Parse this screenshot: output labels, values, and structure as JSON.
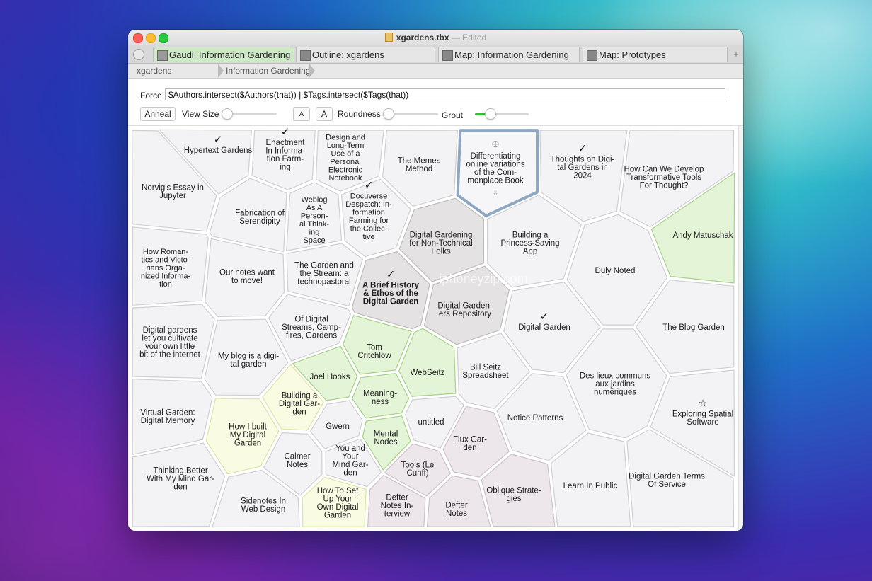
{
  "window": {
    "title": "xgardens.tbx",
    "title_status": "— Edited",
    "tabs": [
      {
        "label": "Gaudi: Information Gardening",
        "active": true
      },
      {
        "label": "Outline: xgardens",
        "active": false
      },
      {
        "label": "Map: Information Gardening",
        "active": false
      },
      {
        "label": "Map: Prototypes",
        "active": false
      }
    ],
    "tab_add": "+"
  },
  "breadcrumb": [
    "xgardens",
    "Information Gardening"
  ],
  "controls": {
    "force_label": "Force",
    "force_value": "$Authors.intersect($Authors(that)) | $Tags.intersect($Tags(that))",
    "anneal_label": "Anneal",
    "view_size_label": "View Size",
    "font_small": "A",
    "font_large": "A",
    "roundness_label": "Roundness",
    "grout_label": "Grout"
  },
  "watermark": "iphoneyzip.com",
  "colors": {
    "normal_fill": "#f3f3f5",
    "green_fill": "#e4f4d6",
    "green_stroke": "#a8d08a",
    "yellow_fill": "#fafbe3",
    "yellow_stroke": "#dfe4a6",
    "gray_fill": "#e4e2e2",
    "pink_fill": "#ede6ea",
    "selected_stroke": "#8ea7c2"
  },
  "cells": [
    {
      "id": "norvig",
      "lines": [
        "Norvig's Essay in",
        "Jupyter"
      ],
      "style": "normal"
    },
    {
      "id": "hypertext",
      "lines": [
        "Hypertext Gardens"
      ],
      "style": "normal",
      "mark": "check"
    },
    {
      "id": "enactment",
      "lines": [
        "Enactment",
        "In Informa-",
        "tion Farm-",
        "ing"
      ],
      "style": "normal",
      "mark": "check"
    },
    {
      "id": "design",
      "lines": [
        "Design and",
        "Long-Term",
        "Use of a",
        "Personal",
        "Electronic",
        "Notebook"
      ],
      "style": "normal"
    },
    {
      "id": "memes",
      "lines": [
        "The Memes",
        "Method"
      ],
      "style": "normal"
    },
    {
      "id": "differentiating",
      "lines": [
        "Differentiating",
        "online variations",
        "of the Com-",
        "monplace Book"
      ],
      "style": "selected"
    },
    {
      "id": "thoughts",
      "lines": [
        "Thoughts on Digi-",
        "tal Gardens in",
        "2024"
      ],
      "style": "normal",
      "mark": "check"
    },
    {
      "id": "howcan",
      "lines": [
        "How Can We Develop",
        "Transformative Tools",
        "For Thought?"
      ],
      "style": "normal"
    },
    {
      "id": "andy",
      "lines": [
        "Andy Matuschak"
      ],
      "style": "green"
    },
    {
      "id": "fabrication",
      "lines": [
        "Fabrication of",
        "Serendipity"
      ],
      "style": "normal"
    },
    {
      "id": "weblog",
      "lines": [
        "Weblog",
        "As A",
        "Person-",
        "al Think-",
        "ing",
        "Space"
      ],
      "style": "normal"
    },
    {
      "id": "docuverse",
      "lines": [
        "Docuverse",
        "Despatch: In-",
        "formation",
        "Farming for",
        "the Collec-",
        "tive"
      ],
      "style": "normal",
      "mark": "check"
    },
    {
      "id": "dg_nontech",
      "lines": [
        "Digital Gardening",
        "for Non-Technical",
        "Folks"
      ],
      "style": "gray"
    },
    {
      "id": "princess",
      "lines": [
        "Building a",
        "Princess-Saving",
        "App"
      ],
      "style": "normal"
    },
    {
      "id": "dulynoted",
      "lines": [
        "Duly Noted"
      ],
      "style": "normal"
    },
    {
      "id": "romantics",
      "lines": [
        "How Roman-",
        "tics and Victo-",
        "rians Orga-",
        "nized Informa-",
        "tion"
      ],
      "style": "normal"
    },
    {
      "id": "ournotes",
      "lines": [
        "Our notes want",
        "to move!"
      ],
      "style": "normal"
    },
    {
      "id": "gardenstream",
      "lines": [
        "The Garden and",
        "the Stream: a",
        "technopastoral"
      ],
      "style": "normal"
    },
    {
      "id": "briefhistory",
      "lines": [
        "A Brief History",
        "& Ethos of the",
        "Digital Garden"
      ],
      "style": "gray",
      "mark": "check",
      "bold": true
    },
    {
      "id": "dg_repo",
      "lines": [
        "Digital Garden-",
        "ers Repository"
      ],
      "style": "gray"
    },
    {
      "id": "digitalgarden",
      "lines": [
        "Digital Garden"
      ],
      "style": "normal",
      "mark": "check"
    },
    {
      "id": "bloggarden",
      "lines": [
        "The Blog Garden"
      ],
      "style": "normal"
    },
    {
      "id": "dg_cultivate",
      "lines": [
        "Digital gardens",
        "let you cultivate",
        "your own little",
        "bit of the internet"
      ],
      "style": "normal"
    },
    {
      "id": "streams",
      "lines": [
        "Of Digital",
        "Streams, Camp-",
        "fires, Gardens"
      ],
      "style": "normal"
    },
    {
      "id": "myblog",
      "lines": [
        "My blog is a digi-",
        "tal garden"
      ],
      "style": "normal"
    },
    {
      "id": "tom",
      "lines": [
        "Tom",
        "Critchlow"
      ],
      "style": "green"
    },
    {
      "id": "webseitz",
      "lines": [
        "WebSeitz"
      ],
      "style": "green"
    },
    {
      "id": "billseitz",
      "lines": [
        "Bill Seitz",
        "Spreadsheet"
      ],
      "style": "normal"
    },
    {
      "id": "deslieux",
      "lines": [
        "Des lieux communs",
        "aux jardins",
        "numériques"
      ],
      "style": "normal"
    },
    {
      "id": "joel",
      "lines": [
        "Joel Hooks"
      ],
      "style": "green"
    },
    {
      "id": "meaningness",
      "lines": [
        "Meaning-",
        "ness"
      ],
      "style": "green"
    },
    {
      "id": "buildingdg",
      "lines": [
        "Building a",
        "Digital Gar-",
        "den"
      ],
      "style": "yellow"
    },
    {
      "id": "virtual",
      "lines": [
        "Virtual Garden:",
        "Digital Memory"
      ],
      "style": "normal"
    },
    {
      "id": "untitled",
      "lines": [
        "untitled"
      ],
      "style": "normal"
    },
    {
      "id": "noticepatterns",
      "lines": [
        "Notice Patterns"
      ],
      "style": "normal"
    },
    {
      "id": "exploring",
      "lines": [
        "Exploring Spatial",
        "Software"
      ],
      "style": "normal",
      "mark": "star"
    },
    {
      "id": "howibuilt",
      "lines": [
        "How I built",
        "My Digital",
        "Garden"
      ],
      "style": "yellow"
    },
    {
      "id": "gwern",
      "lines": [
        "Gwern"
      ],
      "style": "normal"
    },
    {
      "id": "mentalnodes",
      "lines": [
        "Mental",
        "Nodes"
      ],
      "style": "green"
    },
    {
      "id": "fluxgarden",
      "lines": [
        "Flux Gar-",
        "den"
      ],
      "style": "pink"
    },
    {
      "id": "calmer",
      "lines": [
        "Calmer",
        "Notes"
      ],
      "style": "normal"
    },
    {
      "id": "youandyour",
      "lines": [
        "You and",
        "Your",
        "Mind Gar-",
        "den"
      ],
      "style": "normal"
    },
    {
      "id": "tools",
      "lines": [
        "Tools (Le",
        "Cunff)"
      ],
      "style": "pink"
    },
    {
      "id": "thinking",
      "lines": [
        "Thinking Better",
        "With My Mind Gar-",
        "den"
      ],
      "style": "normal"
    },
    {
      "id": "oblique",
      "lines": [
        "Oblique Strate-",
        "gies"
      ],
      "style": "pink"
    },
    {
      "id": "learnpublic",
      "lines": [
        "Learn In Public"
      ],
      "style": "normal"
    },
    {
      "id": "dgterms",
      "lines": [
        "Digital Garden Terms",
        "Of Service"
      ],
      "style": "normal"
    },
    {
      "id": "sidenotes",
      "lines": [
        "Sidenotes In",
        "Web Design"
      ],
      "style": "normal"
    },
    {
      "id": "howtosetup",
      "lines": [
        "How To Set",
        "Up Your",
        "Own Digital",
        "Garden"
      ],
      "style": "yellow"
    },
    {
      "id": "deftinterview",
      "lines": [
        "Defter",
        "Notes In-",
        "terview"
      ],
      "style": "pink"
    },
    {
      "id": "defternotes",
      "lines": [
        "Defter",
        "Notes"
      ],
      "style": "pink"
    }
  ]
}
